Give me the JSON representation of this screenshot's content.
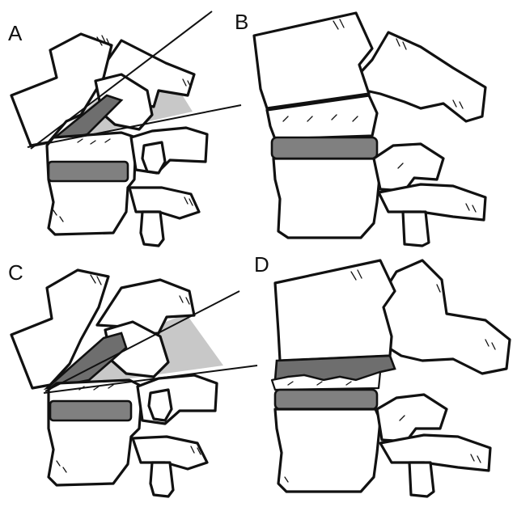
{
  "panels": [
    {
      "id": "A",
      "label": "A"
    },
    {
      "id": "B",
      "label": "B"
    },
    {
      "id": "C",
      "label": "C"
    },
    {
      "id": "D",
      "label": "D"
    }
  ],
  "colors": {
    "background": "#ffffff",
    "outline": "#111111",
    "disc": "#808080",
    "resected_bone": "#6e6e6e",
    "osteotomy_wedge": "#c8c8c8"
  }
}
